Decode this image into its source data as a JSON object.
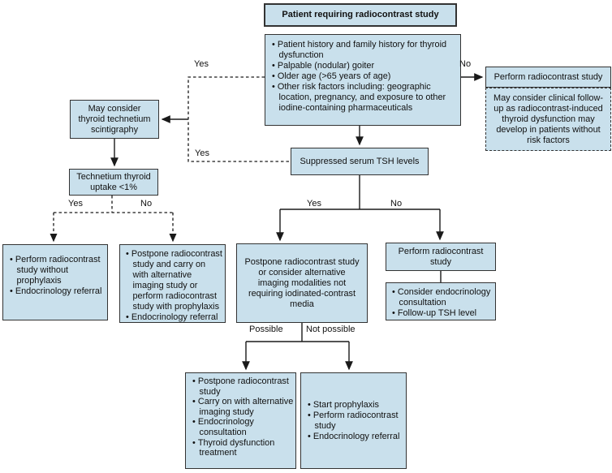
{
  "figure": {
    "title": "Patient requiring radiocontrast study flowchart"
  },
  "colors": {
    "box_fill": "#c9e0ec",
    "box_border": "#333333",
    "line": "#1a1a1a",
    "text": "#111111",
    "background": "#ffffff"
  },
  "labels": {
    "yes": "Yes",
    "no": "No",
    "possible": "Possible",
    "not_possible": "Not possible"
  },
  "nodes": {
    "start": {
      "text": "Patient requiring radiocontrast study"
    },
    "risk_factors": {
      "items": [
        "Patient history and family history for thyroid dysfunction",
        "Palpable (nodular) goiter",
        "Older age (>65 years of age)",
        "Other risk factors including: geographic location, pregnancy, and exposure to other iodine-containing pharmaceuticals"
      ]
    },
    "perform_no_risk": {
      "text": "Perform radiocontrast study"
    },
    "clinical_followup_note": {
      "text": "May consider clinical follow-up as radiocontrast-induced thyroid dysfunction may develop in patients without risk factors"
    },
    "scintigraphy": {
      "text": "May consider thyroid technetium scintigraphy"
    },
    "technetium_uptake": {
      "text": "Technetium thyroid uptake <1%"
    },
    "tsh": {
      "text": "Suppressed serum TSH levels"
    },
    "perform_without_prophylaxis": {
      "items": [
        "Perform radiocontrast study without prophylaxis",
        "Endocrinology referral"
      ]
    },
    "postpone_or_prophylaxis": {
      "items": [
        "Postpone radiocontrast study and carry on with alternative imaging study or perform radiocontrast study with prophylaxis",
        "Endocrinology referral"
      ]
    },
    "postpone_alternative": {
      "text": "Postpone radiocontrast study or consider alternative imaging modalities not requiring iodinated-contrast media"
    },
    "perform_suppressed_no": {
      "text": "Perform radiocontrast study"
    },
    "consider_endocrinology": {
      "items": [
        "Consider endocrinology consultation",
        "Follow-up TSH level"
      ]
    },
    "postpone_treatment": {
      "items": [
        "Postpone radiocontrast study",
        "Carry on with alternative imaging study",
        "Endocrinology consultation",
        "Thyroid dysfunction treatment"
      ]
    },
    "start_prophylaxis": {
      "items": [
        "Start prophylaxis",
        "Perform radiocontrast study",
        "Endocrinology referral"
      ]
    }
  }
}
